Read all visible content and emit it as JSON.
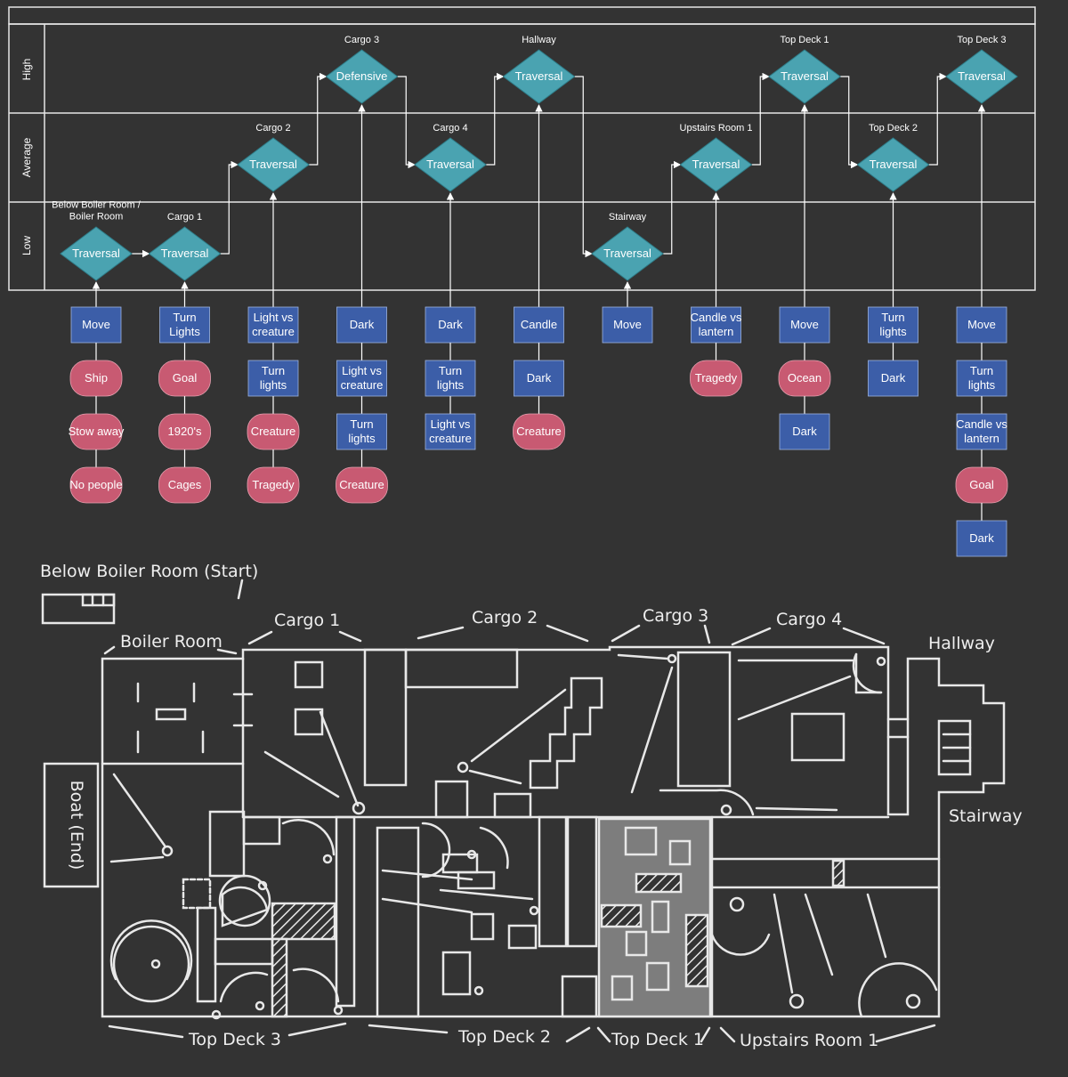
{
  "colors": {
    "background": "#333333",
    "diamond": "#4aa3b1",
    "box": "#3c5ea8",
    "pill": "#c85a72",
    "line": "#ffffff",
    "highlight": "#8a8a8a"
  },
  "lanes": [
    "High",
    "Average",
    "Low"
  ],
  "columns": [
    {
      "title": "Below Boiler Room / Boiler Room",
      "level": "Low",
      "label": "Traversal",
      "tags": [
        {
          "text": "Move",
          "kind": "box"
        },
        {
          "text": "Ship",
          "kind": "pill"
        },
        {
          "text": "Stow away",
          "kind": "pill"
        },
        {
          "text": "No people",
          "kind": "pill"
        }
      ]
    },
    {
      "title": "Cargo 1",
      "level": "Low",
      "label": "Traversal",
      "tags": [
        {
          "text": "Turn Lights",
          "kind": "box"
        },
        {
          "text": "Goal",
          "kind": "pill"
        },
        {
          "text": "1920's",
          "kind": "pill"
        },
        {
          "text": "Cages",
          "kind": "pill"
        }
      ]
    },
    {
      "title": "Cargo 2",
      "level": "Average",
      "label": "Traversal",
      "tags": [
        {
          "text": "Light vs creature",
          "kind": "box"
        },
        {
          "text": "Turn lights",
          "kind": "box"
        },
        {
          "text": "Creature",
          "kind": "pill"
        },
        {
          "text": "Tragedy",
          "kind": "pill"
        }
      ]
    },
    {
      "title": "Cargo 3",
      "level": "High",
      "label": "Defensive",
      "tags": [
        {
          "text": "Dark",
          "kind": "box"
        },
        {
          "text": "Light vs creature",
          "kind": "box"
        },
        {
          "text": "Turn lights",
          "kind": "box"
        },
        {
          "text": "Creature",
          "kind": "pill"
        }
      ]
    },
    {
      "title": "Cargo 4",
      "level": "Average",
      "label": "Traversal",
      "tags": [
        {
          "text": "Dark",
          "kind": "box"
        },
        {
          "text": "Turn lights",
          "kind": "box"
        },
        {
          "text": "Light vs creature",
          "kind": "box"
        }
      ]
    },
    {
      "title": "Hallway",
      "level": "High",
      "label": "Traversal",
      "tags": [
        {
          "text": "Candle",
          "kind": "box"
        },
        {
          "text": "Dark",
          "kind": "box"
        },
        {
          "text": "Creature",
          "kind": "pill"
        }
      ]
    },
    {
      "title": "Stairway",
      "level": "Low",
      "label": "Traversal",
      "tags": [
        {
          "text": "Move",
          "kind": "box"
        }
      ]
    },
    {
      "title": "Upstairs Room 1",
      "level": "Average",
      "label": "Traversal",
      "tags": [
        {
          "text": "Candle vs lantern",
          "kind": "box"
        },
        {
          "text": "Tragedy",
          "kind": "pill"
        }
      ]
    },
    {
      "title": "Top Deck 1",
      "level": "High",
      "label": "Traversal",
      "tags": [
        {
          "text": "Move",
          "kind": "box"
        },
        {
          "text": "Ocean",
          "kind": "pill"
        },
        {
          "text": "Dark",
          "kind": "box"
        }
      ]
    },
    {
      "title": "Top Deck 2",
      "level": "Average",
      "label": "Traversal",
      "tags": [
        {
          "text": "Turn lights",
          "kind": "box"
        },
        {
          "text": "Dark",
          "kind": "box"
        }
      ]
    },
    {
      "title": "Top Deck 3",
      "level": "High",
      "label": "Traversal",
      "tags": [
        {
          "text": "Move",
          "kind": "box"
        },
        {
          "text": "Turn lights",
          "kind": "box"
        },
        {
          "text": "Candle vs lantern",
          "kind": "box"
        },
        {
          "text": "Goal",
          "kind": "pill"
        },
        {
          "text": "Dark",
          "kind": "box"
        }
      ]
    }
  ],
  "map_labels": {
    "below_boiler_room": "Below Boiler Room (Start)",
    "boiler_room": "Boiler Room",
    "cargo_1": "Cargo 1",
    "cargo_2": "Cargo 2",
    "cargo_3": "Cargo 3",
    "cargo_4": "Cargo 4",
    "hallway": "Hallway",
    "stairway": "Stairway",
    "boat": "Boat (End)",
    "top_deck_3": "Top Deck 3",
    "top_deck_2": "Top Deck 2",
    "top_deck_1": "Top Deck 1",
    "upstairs_room_1": "Upstairs Room 1"
  }
}
